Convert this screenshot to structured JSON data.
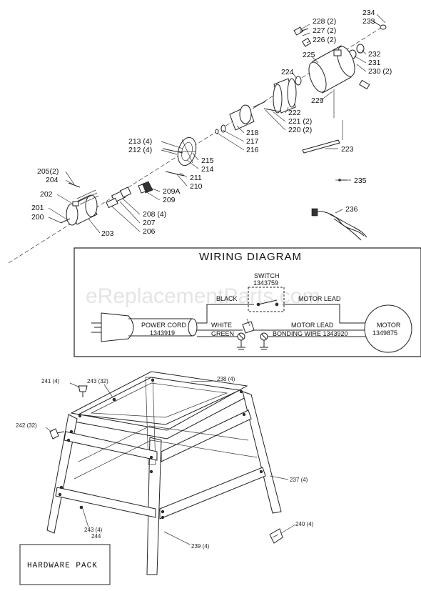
{
  "watermark": "eReplacementParts.com",
  "wiring": {
    "title": "WIRING DIAGRAM",
    "switch_label": "SWITCH",
    "switch_part": "1343759",
    "black": "BLACK",
    "motor_lead_top": "MOTOR LEAD",
    "power_cord": "POWER CORD",
    "power_cord_part": "1343919",
    "white": "WHITE",
    "green": "GREEN",
    "motor_lead_bottom": "MOTOR LEAD",
    "bonding_wire": "BONDING WIRE 1343920",
    "motor": "MOTOR",
    "motor_part": "1349875"
  },
  "parts": {
    "p228": "228 (2)",
    "p227": "227 (2)",
    "p226": "226 (2)",
    "p234": "234",
    "p233": "233",
    "p232": "232",
    "p231": "231",
    "p230": "230 (2)",
    "p225": "225",
    "p224": "224",
    "p229": "229",
    "p222": "222",
    "p221": "221 (2)",
    "p220": "220 (2)",
    "p218": "218",
    "p217": "217",
    "p216": "216",
    "p223": "223",
    "p213": "213 (4)",
    "p212": "212 (4)",
    "p215": "215",
    "p214": "214",
    "p211": "211",
    "p210": "210",
    "p205": "205(2)",
    "p204": "204",
    "p209a": "209A",
    "p209": "209",
    "p235": "235",
    "p202": "202",
    "p201": "201",
    "p200": "200",
    "p208": "208 (4)",
    "p207": "207",
    "p206": "206",
    "p203": "203",
    "p236": "236"
  },
  "stand": {
    "p241": "241 (4)",
    "p243top": "243 (32)",
    "p238": "238 (4)",
    "p242": "242 (32)",
    "p237": "237 (4)",
    "p240": "240 (4)",
    "p243bot": "243 (4)",
    "p244": "244",
    "p239": "239 (4)",
    "hardware_pack": "HARDWARE PACK"
  }
}
